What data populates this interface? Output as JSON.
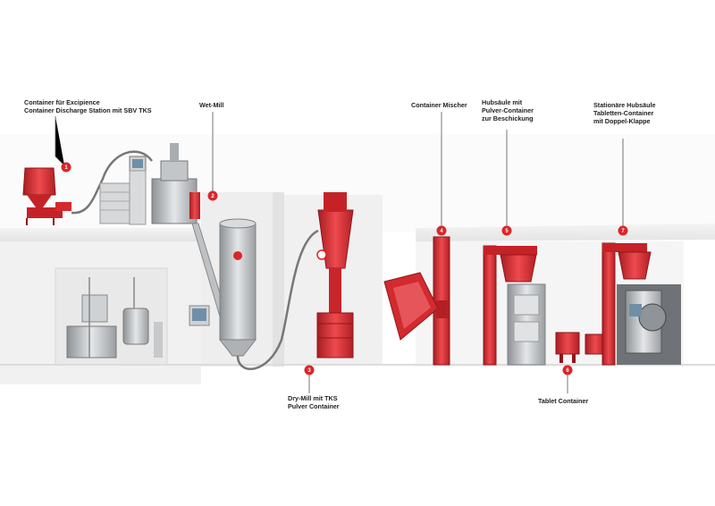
{
  "diagram": {
    "colors": {
      "accent": "#d9262b",
      "accent_dark": "#9e1a1f",
      "steel": "#b9bcbf",
      "steel_dark": "#7c8185",
      "line": "#555555"
    },
    "stations": [
      {
        "number": "1",
        "lines": [
          "Container für Excipience",
          "Container Discharge Station mit SBV TKS"
        ]
      },
      {
        "number": "2",
        "lines": [
          "Wet-Mill"
        ]
      },
      {
        "number": "3",
        "lines": [
          "Dry-Mill mit TKS",
          "Pulver Container"
        ]
      },
      {
        "number": "4",
        "lines": [
          "Container Mischer"
        ]
      },
      {
        "number": "5",
        "lines": [
          "Hubsäule mit",
          "Pulver-Container",
          "zur Beschickung"
        ]
      },
      {
        "number": "6",
        "lines": [
          "Tablet Container"
        ]
      },
      {
        "number": "7",
        "lines": [
          "Stationäre Hubsäule",
          "Tabletten-Container",
          "mit Doppel-Klappe"
        ]
      }
    ]
  }
}
